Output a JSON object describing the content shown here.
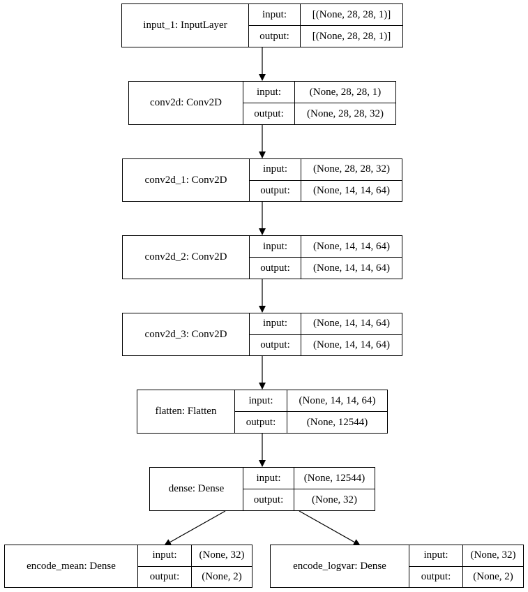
{
  "nodes": [
    {
      "label": "input_1: InputLayer",
      "input_label": "input:",
      "input_shape": "[(None, 28, 28, 1)]",
      "output_label": "output:",
      "output_shape": "[(None, 28, 28, 1)]"
    },
    {
      "label": "conv2d: Conv2D",
      "input_label": "input:",
      "input_shape": "(None, 28, 28, 1)",
      "output_label": "output:",
      "output_shape": "(None, 28, 28, 32)"
    },
    {
      "label": "conv2d_1: Conv2D",
      "input_label": "input:",
      "input_shape": "(None, 28, 28, 32)",
      "output_label": "output:",
      "output_shape": "(None, 14, 14, 64)"
    },
    {
      "label": "conv2d_2: Conv2D",
      "input_label": "input:",
      "input_shape": "(None, 14, 14, 64)",
      "output_label": "output:",
      "output_shape": "(None, 14, 14, 64)"
    },
    {
      "label": "conv2d_3: Conv2D",
      "input_label": "input:",
      "input_shape": "(None, 14, 14, 64)",
      "output_label": "output:",
      "output_shape": "(None, 14, 14, 64)"
    },
    {
      "label": "flatten: Flatten",
      "input_label": "input:",
      "input_shape": "(None, 14, 14, 64)",
      "output_label": "output:",
      "output_shape": "(None, 12544)"
    },
    {
      "label": "dense: Dense",
      "input_label": "input:",
      "input_shape": "(None, 12544)",
      "output_label": "output:",
      "output_shape": "(None, 32)"
    },
    {
      "label": "encode_mean: Dense",
      "input_label": "input:",
      "input_shape": "(None, 32)",
      "output_label": "output:",
      "output_shape": "(None, 2)"
    },
    {
      "label": "encode_logvar: Dense",
      "input_label": "input:",
      "input_shape": "(None, 32)",
      "output_label": "output:",
      "output_shape": "(None, 2)"
    }
  ],
  "edges": [
    [
      0,
      1
    ],
    [
      1,
      2
    ],
    [
      2,
      3
    ],
    [
      3,
      4
    ],
    [
      4,
      5
    ],
    [
      5,
      6
    ],
    [
      6,
      7
    ],
    [
      6,
      8
    ]
  ]
}
